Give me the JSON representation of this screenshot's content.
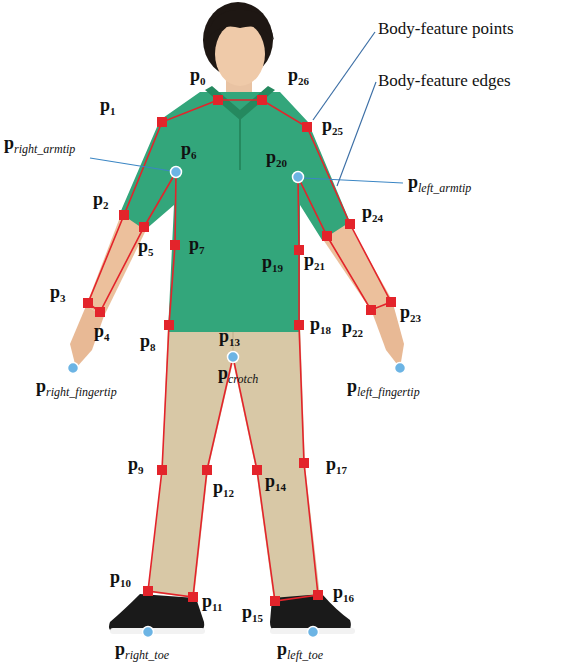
{
  "diagram": {
    "labels": [
      "Body-feature points",
      "Body-feature edges",
      "p0",
      "p26",
      "p1",
      "p25",
      "pright_armtip",
      "p6",
      "p20",
      "pleft_armtip",
      "p2",
      "p24",
      "p5",
      "p7",
      "p19",
      "p21",
      "p3",
      "p4",
      "p8",
      "p13",
      "p18",
      "p22",
      "p23",
      "pcrotch",
      "pright_fingertip",
      "pleft_fingertip",
      "p9",
      "p12",
      "p14",
      "p17",
      "p10",
      "p11",
      "p15",
      "p16",
      "pright_toe",
      "pleft_toe"
    ]
  }
}
